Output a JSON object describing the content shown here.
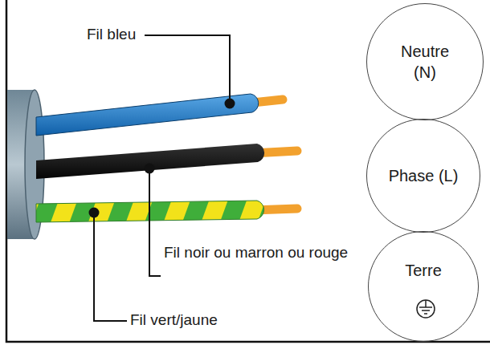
{
  "diagram": {
    "nodes": [
      {
        "text": [
          "Neutre (N)"
        ]
      },
      {
        "text": [
          "Phase (L)"
        ]
      },
      {
        "text": [
          "Terre"
        ]
      }
    ],
    "labels": [
      "Fil bleu",
      "Fil noir ou marron ou rouge",
      "Fil vert/jaune"
    ]
  }
}
